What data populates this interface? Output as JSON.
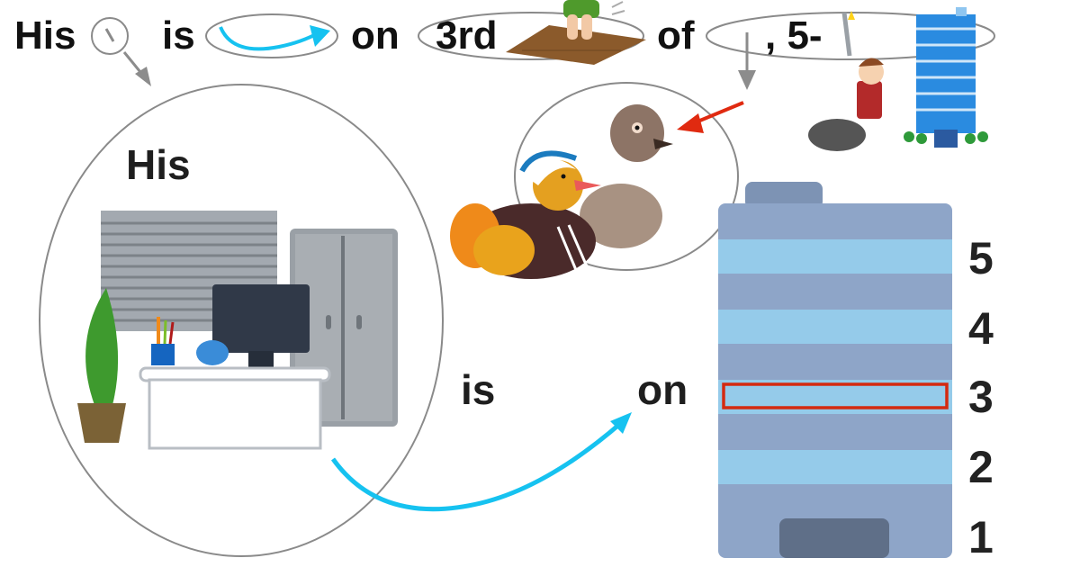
{
  "sentence": {
    "words": [
      "His",
      "is",
      "on",
      "3rd",
      "of",
      ", 5-"
    ],
    "slots": [
      {
        "after_word": "His",
        "meaning": "desk",
        "icon": "clock-hand-icon"
      },
      {
        "after_word": "is",
        "meaning": "located (arrow)",
        "icon": "curved-arrow-icon"
      },
      {
        "after_word": "3rd",
        "meaning": "floor",
        "icon": "stepping-on-floor-icon"
      },
      {
        "after_word": "of",
        "meaning": "duck (mandarin)",
        "icon": "down-arrow-icon"
      },
      {
        "after_word": ", 5-",
        "meaning": "story building",
        "icon": "hero-and-building-icon"
      }
    ]
  },
  "desk_panel": {
    "label": "His",
    "contents": [
      "window-blinds",
      "plant",
      "pen-cup",
      "monitor",
      "desk",
      "cabinet"
    ]
  },
  "middle": {
    "is_label": "is",
    "on_label": "on"
  },
  "duck_panel": {
    "subjects": [
      "male mandarin duck",
      "female mandarin duck"
    ],
    "pointer": "red arrow to female duck"
  },
  "building": {
    "floors": [
      "5",
      "4",
      "3",
      "2",
      "1"
    ],
    "highlighted_floor": "3",
    "colors": {
      "dark_band": "#8ea5c8",
      "light_band": "#95cbea",
      "highlight": "#d42a10"
    }
  },
  "colors": {
    "arrow_blue": "#16c2f0",
    "arrow_gray": "#8c8c8c",
    "arrow_red": "#e02a10",
    "outline_gray": "#8a8a8a"
  }
}
